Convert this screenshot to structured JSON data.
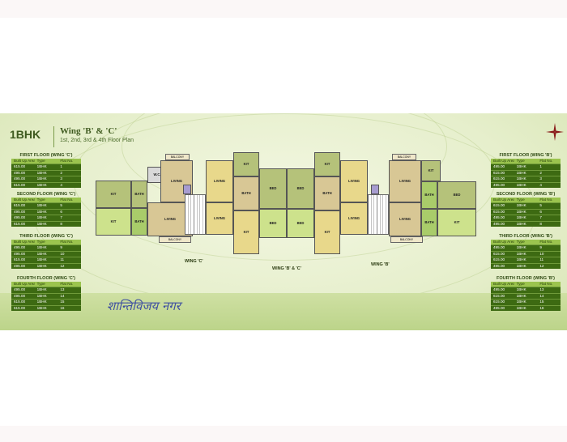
{
  "header": {
    "bhk": "1BHK",
    "wing_title": "Wing 'B' & 'C'",
    "floors": "1st, 2nd, 3rd & 4th Floor Plan"
  },
  "table_headers": [
    "Built Up Area",
    "Type",
    "Flat No."
  ],
  "left_tables": [
    {
      "title": "FIRST FLOOR (WING 'C')",
      "rows": [
        [
          "615.00",
          "1BHK",
          "1"
        ],
        [
          "495.00",
          "1BHK",
          "2"
        ],
        [
          "495.00",
          "1BHK",
          "3"
        ],
        [
          "615.00",
          "1BHK",
          "4"
        ]
      ]
    },
    {
      "title": "SECOND FLOOR (WING 'C')",
      "rows": [
        [
          "615.00",
          "1BHK",
          "5"
        ],
        [
          "495.00",
          "1BHK",
          "6"
        ],
        [
          "495.00",
          "1BHK",
          "7"
        ],
        [
          "615.00",
          "1BHK",
          "8"
        ]
      ]
    },
    {
      "title": "THIRD FLOOR (WING 'C')",
      "rows": [
        [
          "495.00",
          "1BHK",
          "9"
        ],
        [
          "495.00",
          "1BHK",
          "10"
        ],
        [
          "615.00",
          "1BHK",
          "11"
        ],
        [
          "495.00",
          "1BHK",
          "12"
        ]
      ]
    },
    {
      "title": "FOURTH FLOOR (WING 'C')",
      "rows": [
        [
          "495.00",
          "1BHK",
          "13"
        ],
        [
          "495.00",
          "1BHK",
          "14"
        ],
        [
          "615.00",
          "1BHK",
          "15"
        ],
        [
          "615.00",
          "1BHK",
          "16"
        ]
      ]
    }
  ],
  "right_tables": [
    {
      "title": "FIRST FLOOR (WING 'B')",
      "rows": [
        [
          "495.00",
          "1BHK",
          "1"
        ],
        [
          "615.00",
          "1BHK",
          "2"
        ],
        [
          "615.00",
          "1BHK",
          "3"
        ],
        [
          "495.00",
          "1BHK",
          "4"
        ]
      ]
    },
    {
      "title": "SECOND FLOOR (WING 'B')",
      "rows": [
        [
          "615.00",
          "1BHK",
          "5"
        ],
        [
          "615.00",
          "1BHK",
          "6"
        ],
        [
          "495.00",
          "1BHK",
          "7"
        ],
        [
          "495.00",
          "1BHK",
          "8"
        ]
      ]
    },
    {
      "title": "THIRD FLOOR (WING 'B')",
      "rows": [
        [
          "495.00",
          "1BHK",
          "9"
        ],
        [
          "615.00",
          "1BHK",
          "10"
        ],
        [
          "615.00",
          "1BHK",
          "11"
        ],
        [
          "495.00",
          "1BHK",
          "12"
        ]
      ]
    },
    {
      "title": "FOURTH FLOOR (WING 'B')",
      "rows": [
        [
          "495.00",
          "1BHK",
          "13"
        ],
        [
          "615.00",
          "1BHK",
          "14"
        ],
        [
          "615.00",
          "1BHK",
          "15"
        ],
        [
          "495.00",
          "1BHK",
          "16"
        ]
      ]
    }
  ],
  "plan_labels": {
    "wing_c": "WING 'C'",
    "wing_bc": "WING 'B' & 'C'",
    "wing_b": "WING 'B'",
    "kit": "KIT",
    "living": "LIVING",
    "bed": "BED",
    "bath": "BATH",
    "wc": "W.C.",
    "balcony": "BALCONY"
  },
  "logo_text": "शान्तिविजय नगर",
  "colors": {
    "accent": "#3d6a12",
    "header_row": "#9bc44e",
    "panel": "#e6efcc"
  }
}
